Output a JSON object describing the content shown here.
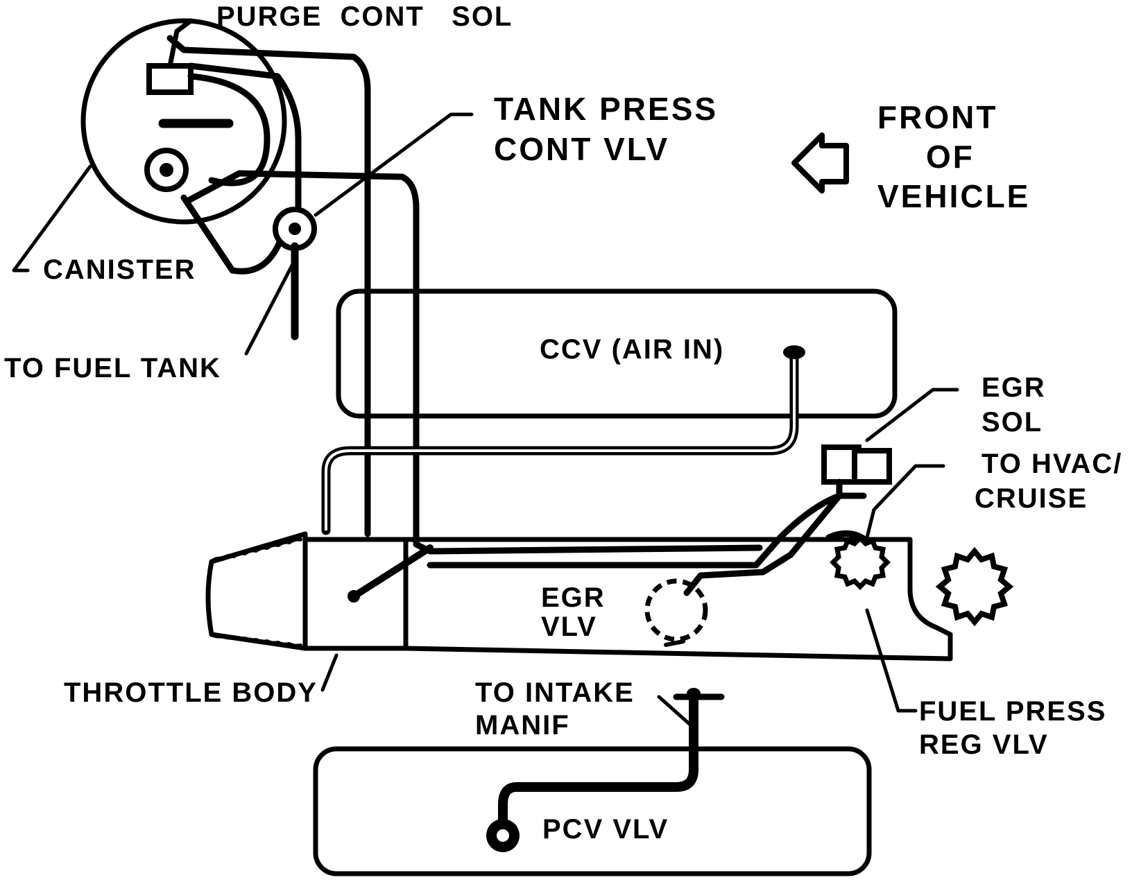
{
  "diagram": {
    "labels": {
      "purge_cont_sol": "PURGE  CONT   SOL",
      "tank_press_line1": "TANK PRESS",
      "tank_press_line2": "CONT VLV",
      "front_line1": "FRONT",
      "front_line2": "OF",
      "front_line3": "VEHICLE",
      "canister": "CANISTER",
      "to_fuel_tank": "TO FUEL TANK",
      "ccv": "CCV (AIR IN)",
      "egr_sol_line1": "EGR",
      "egr_sol_line2": "SOL",
      "to_hvac_line1": "TO HVAC/",
      "to_hvac_line2": "CRUISE",
      "egr_vlv_line1": "EGR",
      "egr_vlv_line2": "VLV",
      "throttle_body": "THROTTLE BODY",
      "to_intake_line1": "TO INTAKE",
      "to_intake_line2": "MANIF",
      "fuel_press_line1": "FUEL PRESS",
      "fuel_press_line2": "REG VLV",
      "pcv_vlv": "PCV VLV"
    }
  }
}
